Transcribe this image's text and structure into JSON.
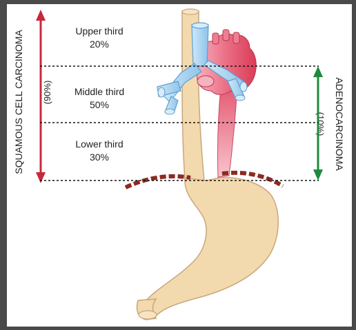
{
  "left_label": "SQUAMOUS CELL CARCINOMA",
  "left_pct": "(90%)",
  "right_label": "ADENOCARCINOMA",
  "right_pct": "(10%)",
  "sections": [
    {
      "name": "Upper third",
      "pct": "20%"
    },
    {
      "name": "Middle third",
      "pct": "50%"
    },
    {
      "name": "Lower third",
      "pct": "30%"
    }
  ],
  "colors": {
    "esophagus": "#f2d9ae",
    "esophagus_outline": "#c9a67a",
    "aorta": "#e4536b",
    "aorta_light": "#f6a7b4",
    "trachea": "#a9d3f0",
    "trachea_outline": "#5d9fd0",
    "red_arrow": "#c8283a",
    "green_arrow": "#1f8a3c",
    "diaphragm": "#8c2a22"
  }
}
